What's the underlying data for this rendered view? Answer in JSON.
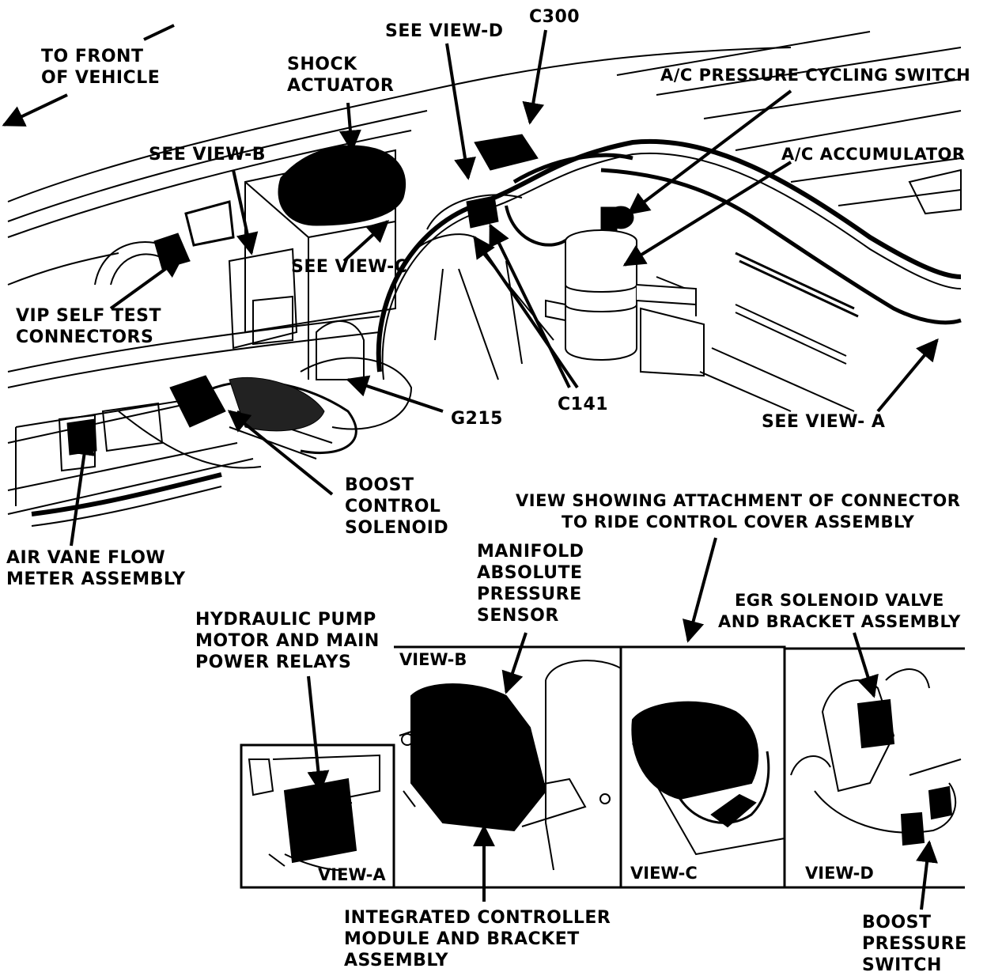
{
  "labels": {
    "to_front": "TO FRONT\nOF VEHICLE",
    "shock_actuator": "SHOCK\nACTUATOR",
    "see_view_d": "SEE VIEW-D",
    "c300": "C300",
    "ac_pressure_cycling_switch": "A/C PRESSURE CYCLING SWITCH",
    "ac_accumulator": "A/C ACCUMULATOR",
    "see_view_b": "SEE VIEW-B",
    "see_view_c": "SEE VIEW-C",
    "vip_self_test": "VIP SELF TEST\nCONNECTORS",
    "g215": "G215",
    "c141": "C141",
    "see_view_a": "SEE VIEW- A",
    "boost_control_solenoid": "BOOST\nCONTROL\nSOLENOID",
    "air_vane_flow_meter": "AIR VANE FLOW\nMETER ASSEMBLY",
    "view_showing_attachment": "VIEW SHOWING ATTACHMENT OF CONNECTOR\nTO RIDE CONTROL COVER ASSEMBLY",
    "manifold_absolute_pressure_sensor": "MANIFOLD\nABSOLUTE\nPRESSURE\nSENSOR",
    "hydraulic_pump_motor": "HYDRAULIC PUMP\nMOTOR AND MAIN\nPOWER RELAYS",
    "egr_solenoid_valve": "EGR SOLENOID VALVE\nAND BRACKET ASSEMBLY",
    "integrated_controller": "INTEGRATED CONTROLLER\nMODULE AND BRACKET\nASSEMBLY",
    "boost_pressure_switch": "BOOST\nPRESSURE\nSWITCH"
  },
  "views": {
    "view_a": "VIEW-A",
    "view_b": "VIEW-B",
    "view_c": "VIEW-C",
    "view_d": "VIEW-D"
  }
}
